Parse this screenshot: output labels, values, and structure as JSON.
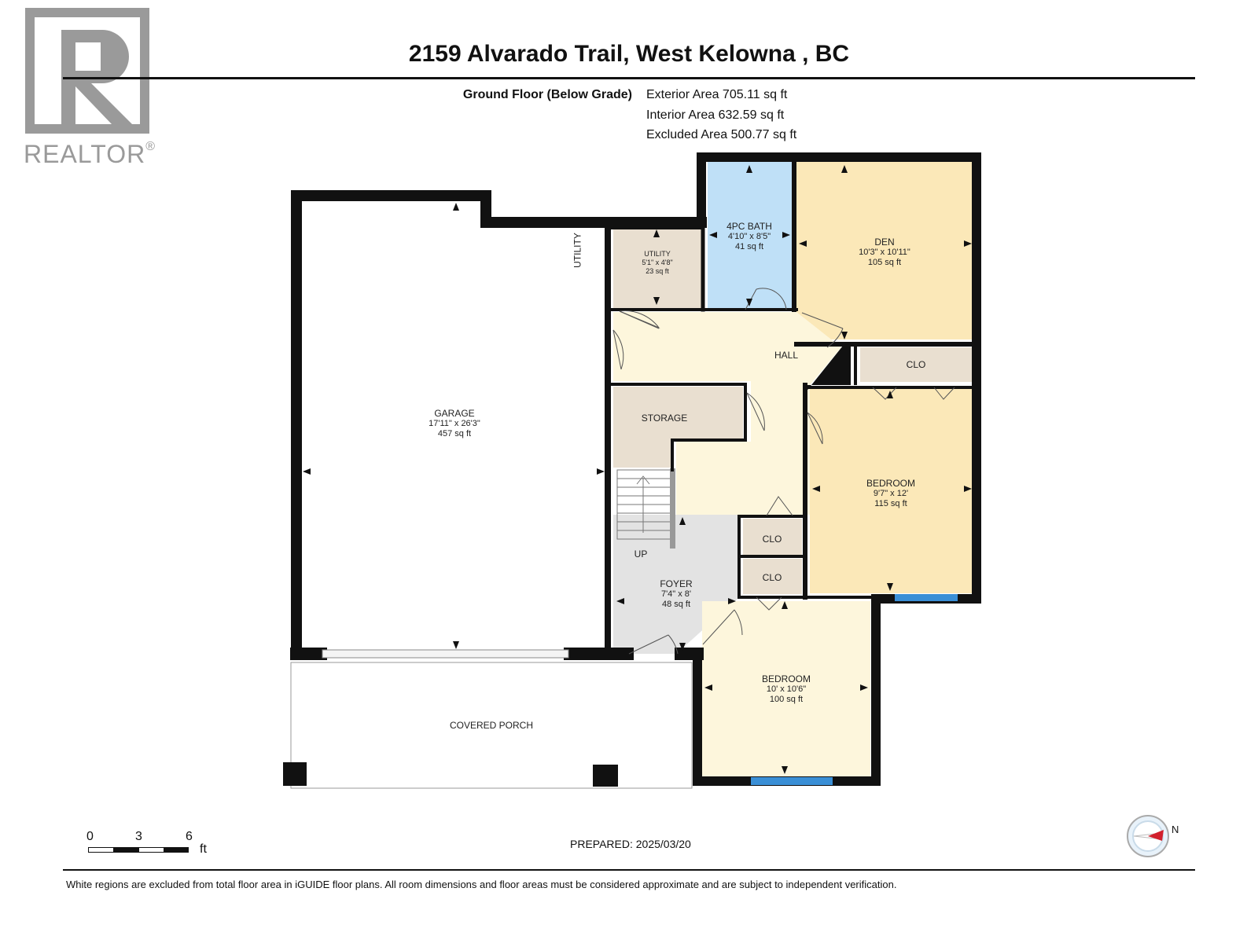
{
  "logo": {
    "text": "REALTOR",
    "mark": "®"
  },
  "header": {
    "title": "2159 Alvarado Trail, West Kelowna , BC"
  },
  "floor": {
    "name": "Ground Floor (Below Grade)",
    "exterior_area": "Exterior Area 705.11 sq ft",
    "interior_area": "Interior Area 632.59 sq ft",
    "excluded_area": "Excluded Area 500.77 sq ft"
  },
  "rooms": {
    "garage": {
      "name": "GARAGE",
      "dims": "17'11\" x 26'3\"",
      "area": "457 sq ft"
    },
    "utility": {
      "name": "UTILITY",
      "dims": "5'1\" x 4'8\"",
      "area": "23 sq ft"
    },
    "utility_label": "UTILITY",
    "bath": {
      "name": "4PC BATH",
      "dims": "4'10\" x 8'5\"",
      "area": "41 sq ft"
    },
    "den": {
      "name": "DEN",
      "dims": "10'3\" x 10'11\"",
      "area": "105 sq ft"
    },
    "hall": "HALL",
    "clo_top": "CLO",
    "storage": "STORAGE",
    "bedroom1": {
      "name": "BEDROOM",
      "dims": "9'7\" x 12'",
      "area": "115 sq ft"
    },
    "clo1": "CLO",
    "clo2": "CLO",
    "foyer": {
      "name": "FOYER",
      "dims": "7'4\" x 8'",
      "area": "48 sq ft"
    },
    "up": "UP",
    "bedroom2": {
      "name": "BEDROOM",
      "dims": "10' x 10'6\"",
      "area": "100 sq ft"
    },
    "porch": "COVERED PORCH"
  },
  "scale": {
    "ticks": [
      "0",
      "3",
      "6"
    ],
    "unit": "ft"
  },
  "prepared": "PREPARED: 2025/03/20",
  "compass": {
    "label": "N"
  },
  "footer": {
    "disclaimer": "White regions are excluded from total floor area in iGUIDE floor plans. All room dimensions and floor areas must be considered approximate and are subject to independent verification."
  },
  "colors": {
    "wall": "#111111",
    "bath": "#bfe0f7",
    "den": "#fbe8b8",
    "bedroom": "#fbe8b8",
    "hall": "#fdf6dc",
    "utility": "#e9dfd0",
    "foyer": "#e3e3e3",
    "window": "#3a8fd6",
    "logo_gray": "#9a9a9a"
  }
}
